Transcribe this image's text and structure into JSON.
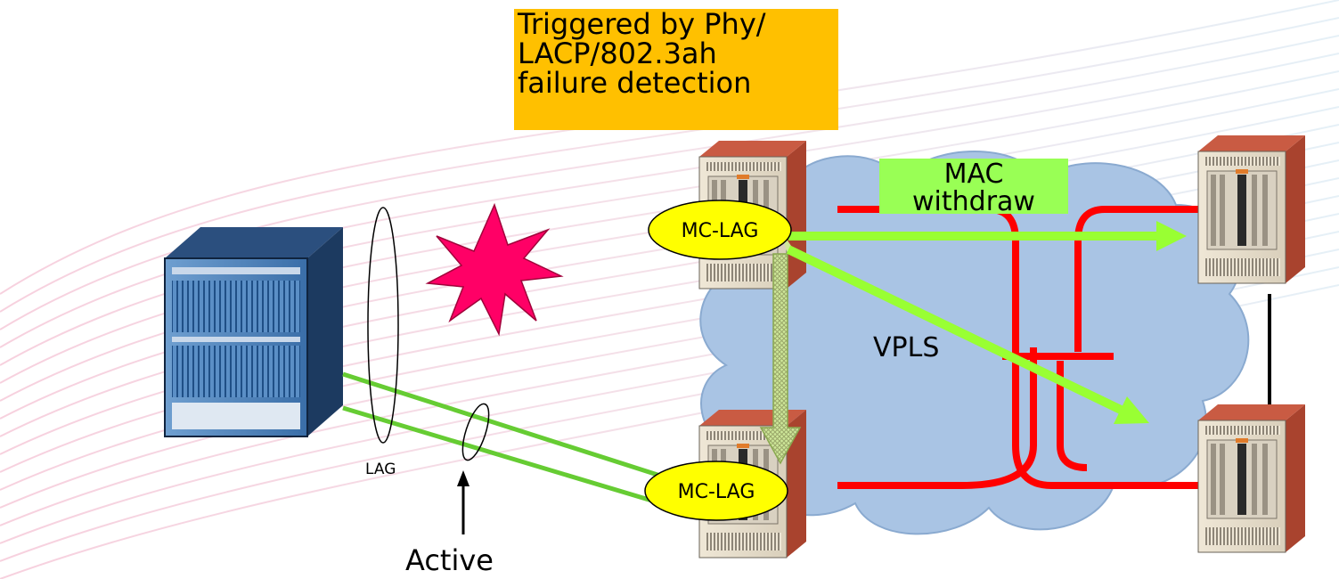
{
  "callout": {
    "lines": [
      "Triggered by Phy/",
      "LACP/802.3ah",
      "failure detection"
    ]
  },
  "mac_box": {
    "lines": [
      "MAC",
      "withdraw"
    ]
  },
  "labels": {
    "mc_lag_top": "MC-LAG",
    "mc_lag_bottom": "MC-LAG",
    "vpls": "VPLS",
    "lag": "LAG",
    "active": "Active"
  },
  "colors": {
    "callout_fill": "#ffc000",
    "mac_box_fill": "#99ff55",
    "ellipse_fill": "#ffff00",
    "cloud_fill": "#a9c4e4",
    "vpls_link": "#ff0000",
    "access_link": "#66cc33",
    "arrow": "#99ff33",
    "burst": "#ff0066"
  }
}
